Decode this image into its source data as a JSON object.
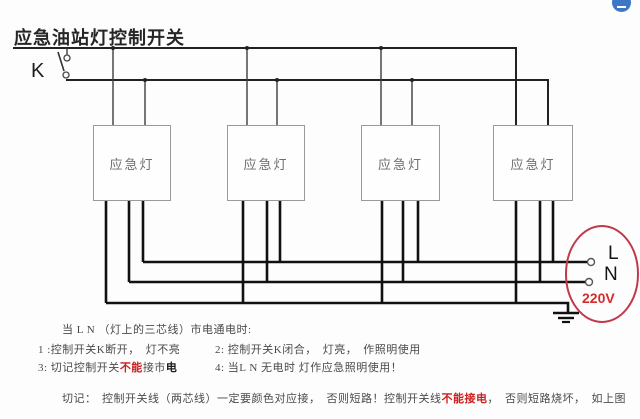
{
  "title": "应急油站灯控制开关",
  "diagram": {
    "switch_label": "K",
    "lamps": [
      "应急灯",
      "应急灯",
      "应急灯",
      "应急灯"
    ],
    "terminal_l": "L",
    "terminal_n": "N",
    "voltage": "220V"
  },
  "colors": {
    "wire": "#111111",
    "thin_wire": "#3d3d3d",
    "box_border": "#9a9a9a",
    "highlight_red": "#c0394b",
    "text_red": "#cc1f1f",
    "badge_blue": "#3b76c8"
  },
  "notes": {
    "line1": "当 L N （灯上的三芯线）市电通电时:",
    "item1": "1 :控制开关K断开，　灯不亮",
    "item2": "2:  控制开关K闭合，　灯亮，　作照明使用",
    "item3_prefix": "3:  切记控制开关",
    "item3_red": "不能",
    "item3_mid": "接市",
    "item3_bold": "电",
    "item4": "4:   当L N 无电时 灯作应急照明使用！",
    "footer_label": "切记：",
    "footer_part1": "控制开关线（两芯线）一定要颜色对应接，　否则短路！控制开关线",
    "footer_red": "不能接电",
    "footer_part2": "，　否则短路烧坏，　如上图"
  }
}
